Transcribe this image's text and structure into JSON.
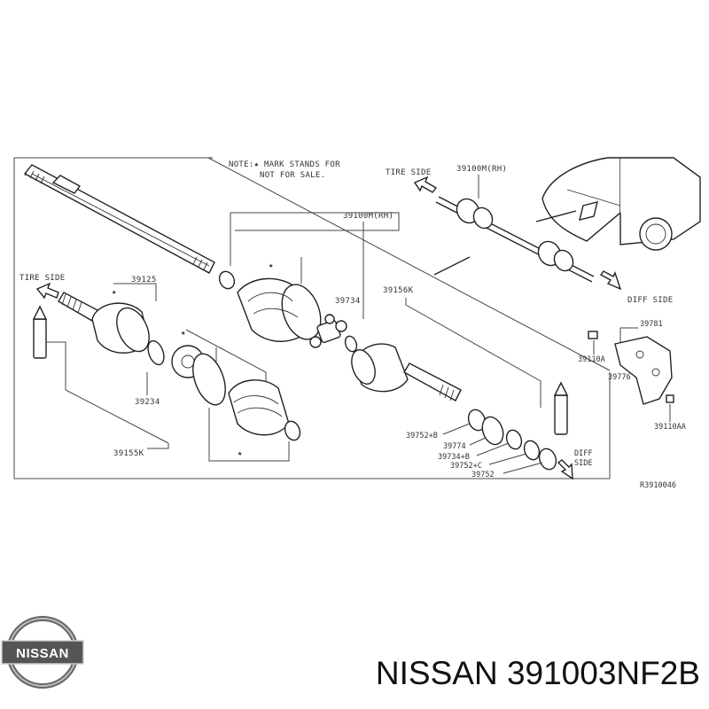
{
  "note": {
    "line1": "NOTE:★ MARK STANDS FOR",
    "line2": "NOT FOR SALE."
  },
  "labels": {
    "tire_side_top": "TIRE SIDE",
    "diff_side_top": "DIFF SIDE",
    "tire_side_left": "TIRE SIDE",
    "diff_side_bottom_1": "DIFF",
    "diff_side_bottom_2": "SIDE",
    "p39100m_rh_top": "39100M(RH)",
    "p39100m_rh_mid": "39100M(RH)",
    "p39125": "39125",
    "p39734": "39734",
    "p39156k": "39156K",
    "p39234": "39234",
    "p39155k": "39155K",
    "p39752b": "39752+B",
    "p39774": "39774",
    "p39734b": "39734+B",
    "p39752c": "39752+C",
    "p39752": "39752",
    "p39781": "39781",
    "p39110a": "39110A",
    "p39776": "39776",
    "p39110aa": "39110AA",
    "ref_code": "R3910046"
  },
  "brand": {
    "logo_text": "NISSAN",
    "caption": "NISSAN 391003NF2B"
  },
  "icons": [
    "star-mark-icon",
    "direction-arrow-icon",
    "nissan-logo-icon"
  ]
}
